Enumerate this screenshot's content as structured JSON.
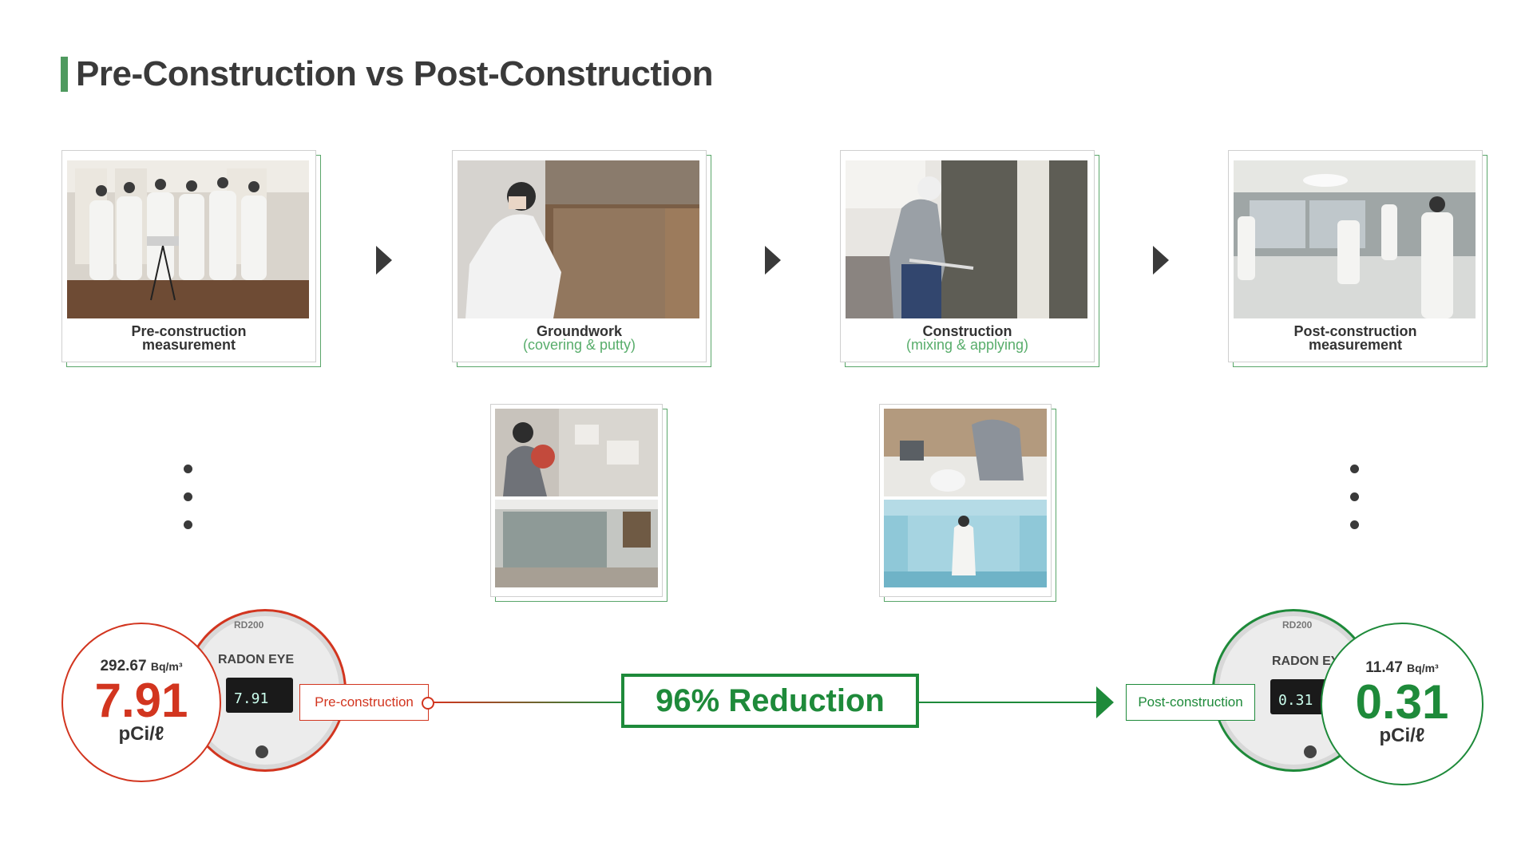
{
  "title": "Pre-Construction vs Post-Construction",
  "steps": [
    {
      "label": "Pre-construction",
      "label2": "measurement",
      "sub": ""
    },
    {
      "label": "Groundwork",
      "label2": "",
      "sub": "(covering & putty)"
    },
    {
      "label": "Construction",
      "label2": "",
      "sub": "(mixing & applying)"
    },
    {
      "label": "Post-construction",
      "label2": "measurement",
      "sub": ""
    }
  ],
  "pre": {
    "bq_value": "292.67",
    "bq_unit": "Bq/m³",
    "pci_value": "7.91",
    "pci_unit": "pCi/ℓ",
    "tag": "Pre-construction",
    "device_model": "RD200",
    "device_brand": "RADON EYE",
    "screen_value": "7.91",
    "accent": "#d2351f"
  },
  "post": {
    "bq_value": "11.47",
    "bq_unit": "Bq/m³",
    "pci_value": "0.31",
    "pci_unit": "pCi/ℓ",
    "tag": "Post-construction",
    "device_model": "RD200",
    "device_brand": "RADON EYE",
    "screen_value": "0.31",
    "accent": "#1e8a3a"
  },
  "reduction": "96% Reduction",
  "icons": [
    "right-triangle-icon",
    "vertical-ellipsis-icon",
    "arrow-right-icon"
  ]
}
